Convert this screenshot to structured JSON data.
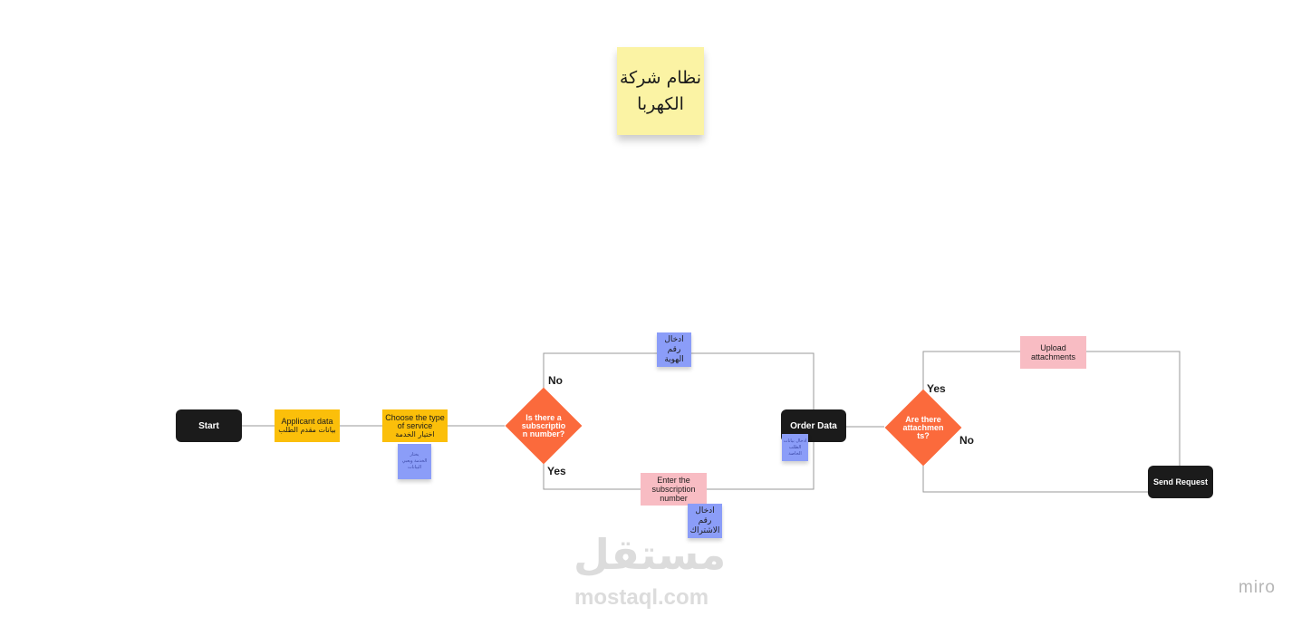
{
  "title_sticky": {
    "line1": "نظام شركة",
    "line2": "الكهربا"
  },
  "nodes": {
    "start": "Start",
    "applicant_line1": "Applicant data",
    "applicant_line2": "بيانات مقدم الطلب",
    "choose_line1": "Choose the type",
    "choose_line2": "of service",
    "choose_line3": "اختيار الخدمة",
    "choose_note_line1": "يختار",
    "choose_note_line2": "الخدمة ويعبي",
    "choose_note_line3": "البيانات",
    "decision1_line1": "Is there a",
    "decision1_line2": "subscriptio",
    "decision1_line3": "n number?",
    "id_note_line1": "ادخال رقم",
    "id_note_line2": "الهوية",
    "enter_sub_line1": "Enter the",
    "enter_sub_line2": "subscription",
    "enter_sub_line3": "number",
    "sub_note_line1": "ادخال رقم",
    "sub_note_line2": "الاشتراك",
    "order": "Order Data",
    "order_note_line1": "ادخال بيانات",
    "order_note_line2": "الطلب",
    "order_note_line3": "الخاصة",
    "decision2_line1": "Are there",
    "decision2_line2": "attachmen",
    "decision2_line3": "ts?",
    "upload_line1": "Upload",
    "upload_line2": "attachments",
    "send": "Send Request"
  },
  "edge_labels": {
    "no1": "No",
    "yes1": "Yes",
    "yes2": "Yes",
    "no2": "No"
  },
  "watermark": {
    "arabic": "مستقل",
    "latin": "mostaql.com"
  },
  "brand": "miro",
  "colors": {
    "terminal": "#1b1b1b",
    "process": "#fbbf0a",
    "decision": "#fb6a3c",
    "pink": "#f8bcc3",
    "sticky_blue": "#8b9df8",
    "sticky_yellow": "#fbf3a4",
    "line": "#9a9a9a"
  }
}
